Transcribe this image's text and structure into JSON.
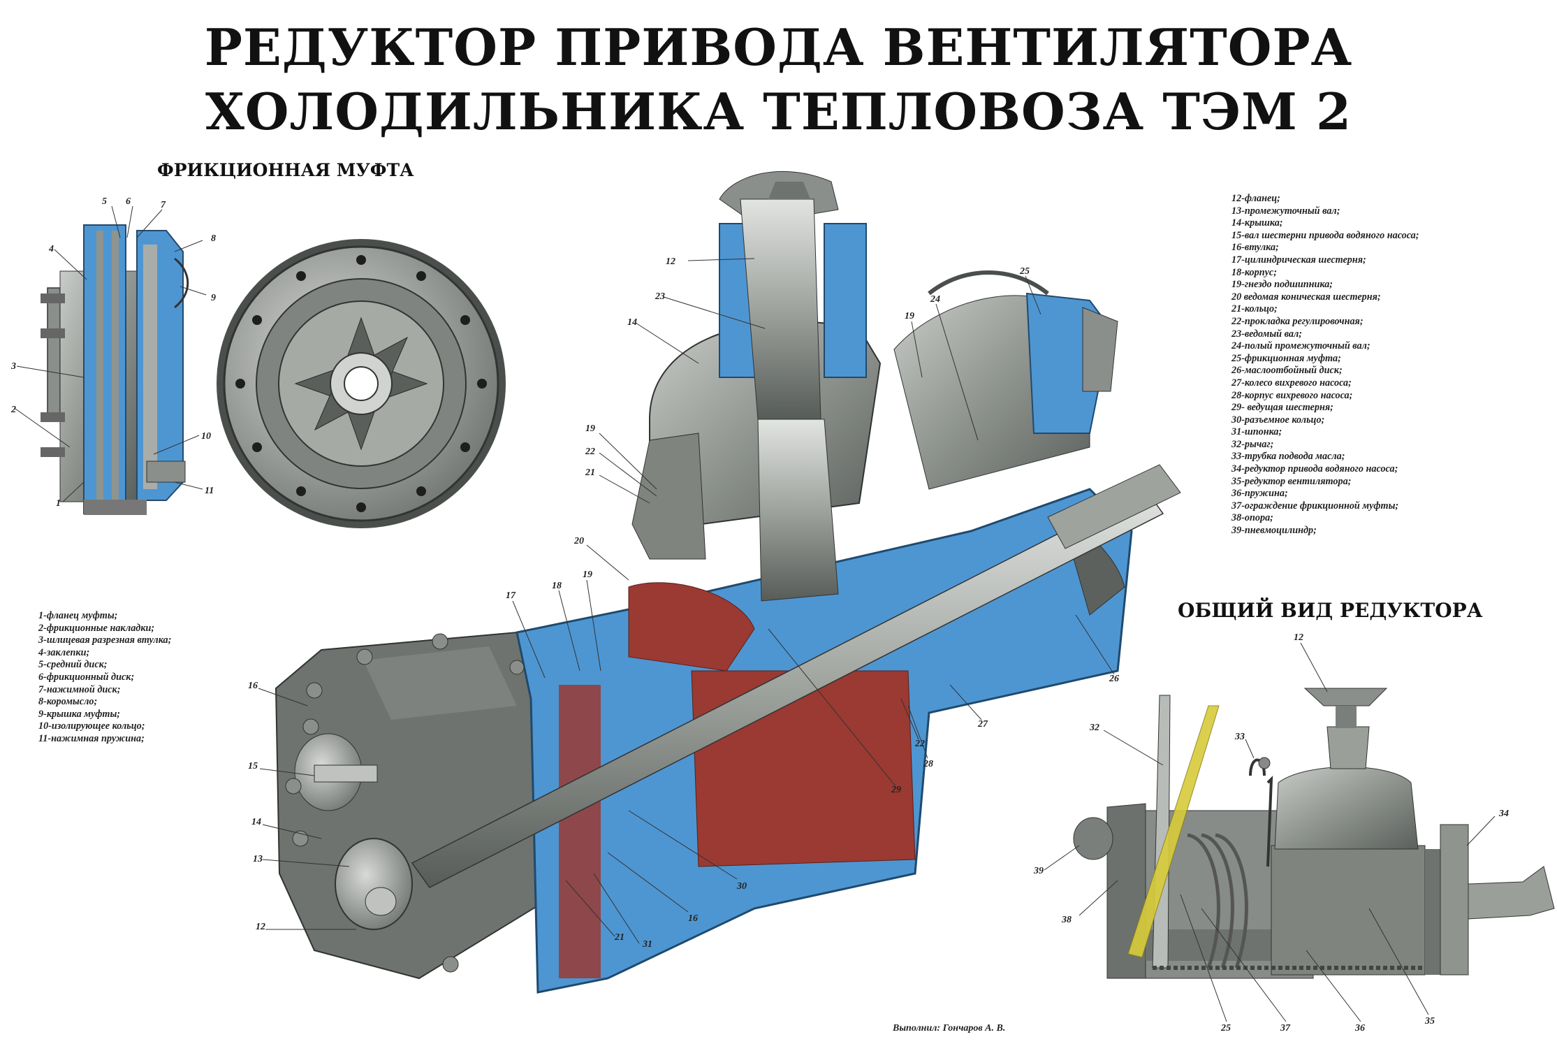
{
  "title": {
    "line1": "РЕДУКТОР ПРИВОДА ВЕНТИЛЯТОРА",
    "line2": "ХОЛОДИЛЬНИКА ТЕПЛОВОЗА ТЭМ 2"
  },
  "headings": {
    "clutch": "ФРИКЦИОННАЯ МУФТА",
    "general_view": "ОБЩИЙ ВИД РЕДУКТОРА"
  },
  "legend_clutch": [
    "1-фланец муфты;",
    "2-фрикционные накладки;",
    "3-шлицевая разрезная втулка;",
    "4-заклепки;",
    "5-средний диск;",
    "6-фрикционный диск;",
    "7-нажимной диск;",
    "8-коромысло;",
    "9-крышка муфты;",
    "10-изолирующее кольцо;",
    "11-нажимная пружина;"
  ],
  "legend_main": [
    "12-фланец;",
    "13-промежуточный вал;",
    "14-крышка;",
    "15-вал шестерни привода водяного насоса;",
    "16-втулка;",
    "17-цилиндрическая шестерня;",
    "18-корпус;",
    "19-гнездо подшипника;",
    "20 ведомая коническая шестерня;",
    "21-кольцо;",
    "22-прокладка регулировочная;",
    "23-ведомый вал;",
    "24-полый промежуточный вал;",
    "25-фрикционная муфта;",
    "26-маслоотбойный диск;",
    "27-колесо вихревого насоса;",
    "28-корпус вихревого насоса;",
    "29- ведущая шестерня;",
    "30-разъемное кольцо;",
    "31-шпонка;",
    "32-рычаг;",
    "33-трубка подвода масла;",
    "34-редуктор привода водяного насоса;",
    "35-редуктор вентилятора;",
    "36-пружина;",
    "37-ограждение фрикционной муфты;",
    "38-опора;",
    "39-пневмоцилиндр;"
  ],
  "author": "Выполнил: Гончаров А. В.",
  "callouts": {
    "clutch_side": [
      "5",
      "6",
      "7",
      "8",
      "4",
      "9",
      "3",
      "2",
      "10",
      "1",
      "11"
    ],
    "main": [
      "12",
      "23",
      "14",
      "19",
      "24",
      "25",
      "19",
      "22",
      "21",
      "20",
      "17",
      "18",
      "19",
      "16",
      "15",
      "14",
      "13",
      "12",
      "29",
      "30",
      "16",
      "21",
      "31",
      "26",
      "27",
      "22",
      "28"
    ],
    "general": [
      "12",
      "32",
      "33",
      "34",
      "39",
      "38",
      "25",
      "37",
      "36",
      "35"
    ]
  },
  "colors": {
    "section_blue": "#4e96d2",
    "metal_gray": "#9ca19c",
    "dark_gray": "#4e5350",
    "oil_red": "#9a3a32",
    "lever_yellow": "#d8cc3a"
  }
}
